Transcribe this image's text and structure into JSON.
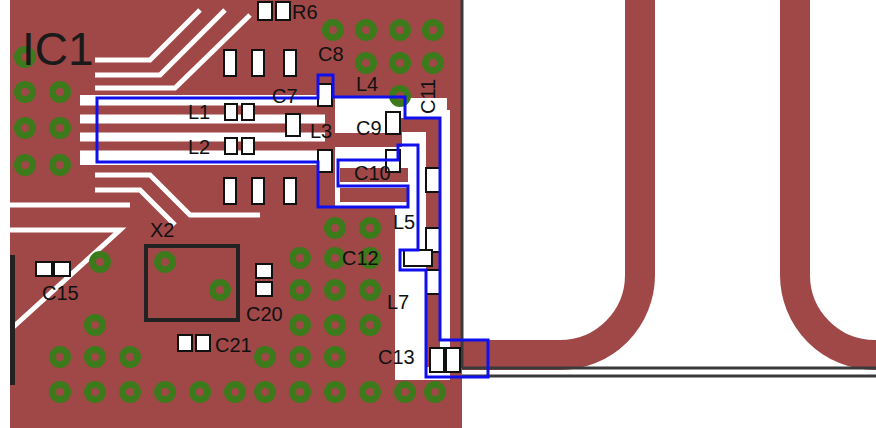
{
  "diagram": {
    "labels": [
      "R6",
      "IC1",
      "C8",
      "C11",
      "L4",
      "C7",
      "L1",
      "L3",
      "C9",
      "L2",
      "C10",
      "X2",
      "L5",
      "C12",
      "C15",
      "C20",
      "L7",
      "C21",
      "C13"
    ]
  }
}
